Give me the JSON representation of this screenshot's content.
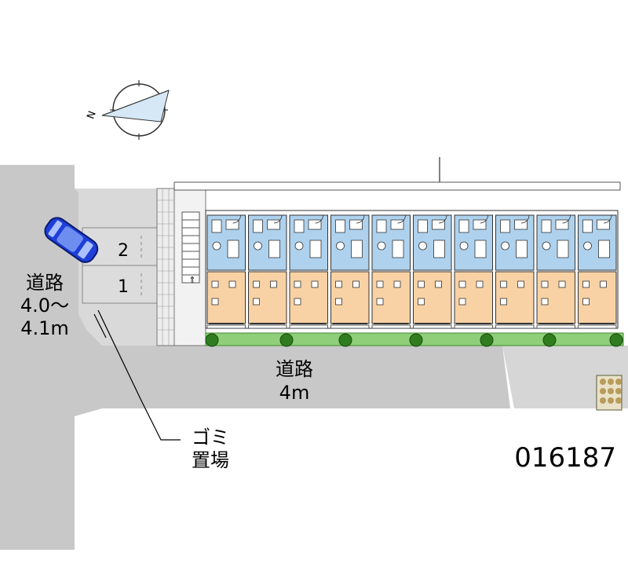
{
  "compass": {
    "north_label": "N"
  },
  "roads": {
    "left": {
      "name": "道路",
      "width_line1": "4.0～",
      "width_line2": "4.1m"
    },
    "bottom": {
      "name": "道路",
      "width": "4m"
    }
  },
  "parking": {
    "spaces": [
      {
        "number": "2"
      },
      {
        "number": "1"
      }
    ]
  },
  "garbage": {
    "line1": "ゴミ",
    "line2": "置場"
  },
  "stair_mark": "⇑",
  "building": {
    "unit_count": 10
  },
  "property_code": "016187",
  "colors": {
    "road": "#c8c8c8",
    "wet_area": "#aed2ee",
    "room": "#f8d2a4",
    "hedge": "#8fcf7a",
    "car": "#1f3fd8"
  }
}
